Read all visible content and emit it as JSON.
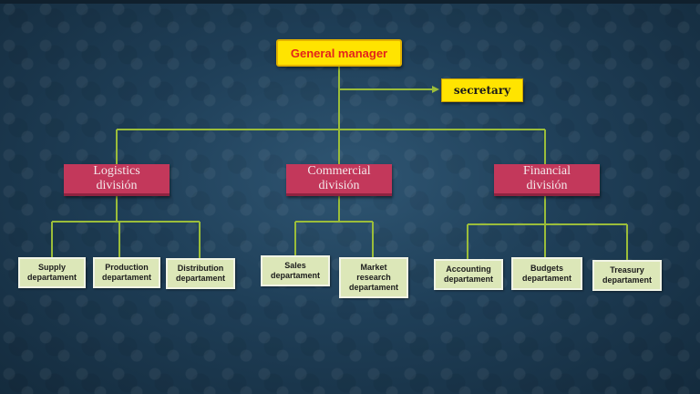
{
  "colors": {
    "line": "#9bbd3a",
    "gm_bg": "#ffe400",
    "gm_text": "#e3241b",
    "division_bg": "#c3385b",
    "department_bg": "#dce7b8"
  },
  "top": {
    "general_manager": "General manager",
    "secretary": "secretary"
  },
  "divisions": [
    {
      "line1": "Logistics",
      "line2": "división"
    },
    {
      "line1": "Commercial",
      "line2": "división"
    },
    {
      "line1": "Financial",
      "line2": "división"
    }
  ],
  "departments": [
    {
      "line1": "Supply",
      "line2": "departament",
      "line3": ""
    },
    {
      "line1": "Production",
      "line2": "departament",
      "line3": ""
    },
    {
      "line1": "Distribution",
      "line2": "departament",
      "line3": ""
    },
    {
      "line1": "Sales",
      "line2": "departament",
      "line3": ""
    },
    {
      "line1": "Market",
      "line2": "research",
      "line3": "departament"
    },
    {
      "line1": "Accounting",
      "line2": "departament",
      "line3": ""
    },
    {
      "line1": "Budgets",
      "line2": "departament",
      "line3": ""
    },
    {
      "line1": "Treasury",
      "line2": "departament",
      "line3": ""
    }
  ]
}
